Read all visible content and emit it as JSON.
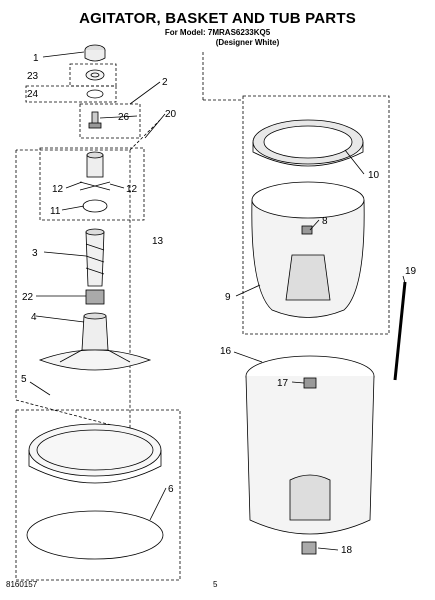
{
  "header": {
    "title": "AGITATOR, BASKET AND TUB PARTS",
    "model_line": "For Model: 7MRAS6233KQ5",
    "variant_line": "(Designer White)"
  },
  "callouts": {
    "c1": "1",
    "c2": "2",
    "c3": "3",
    "c4": "4",
    "c5": "5",
    "c6": "6",
    "c8": "8",
    "c9": "9",
    "c10": "10",
    "c11": "11",
    "c12a": "12",
    "c12b": "12",
    "c13": "13",
    "c16": "16",
    "c17": "17",
    "c18": "18",
    "c19": "19",
    "c20": "20",
    "c22": "22",
    "c23": "23",
    "c24": "24",
    "c26": "26"
  },
  "footer": {
    "doc_number": "8160157",
    "page_number": "5"
  }
}
